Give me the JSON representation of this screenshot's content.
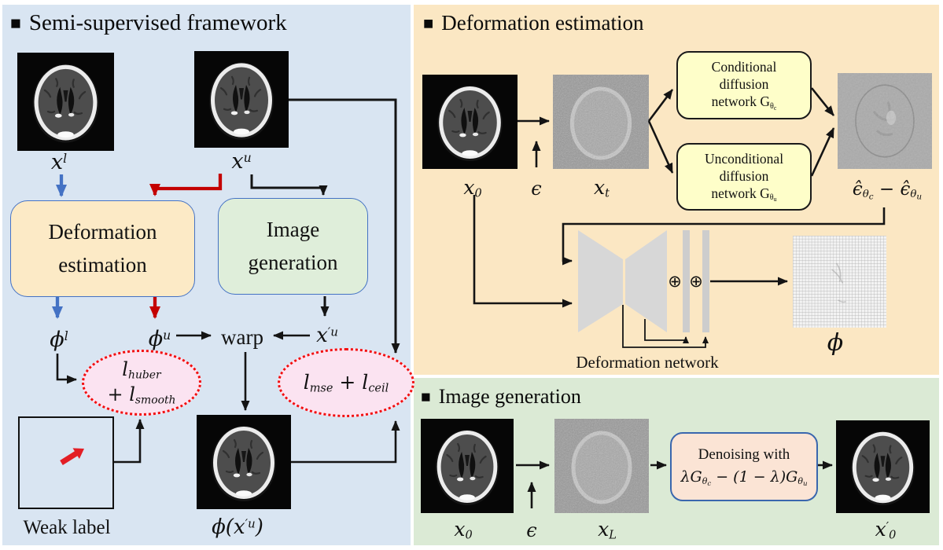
{
  "colors": {
    "semi_panel_bg": "#D9E5F2",
    "deform_panel_bg": "#FBE7C3",
    "imggen_panel_bg": "#DBEAD5",
    "deformation_box_bg": "#FCEAC6",
    "imggen_box_bg": "#DFEEDA",
    "diffusion_box_bg": "#FEFEC9",
    "denoise_box_bg": "#FBE4D5",
    "loss_ellipse_bg": "#FBE3F1",
    "loss_ellipse_border": "#F20D0D",
    "box_border_blue": "#4472C4",
    "arrow_blue": "#4472C4",
    "arrow_red": "#C40000",
    "arrow_black": "#141414"
  },
  "semi_panel": {
    "bullet": "■",
    "title": "Semi-supervised framework",
    "deformation_box": {
      "line1": "Deformation",
      "line2": "estimation"
    },
    "imggen_box": {
      "line1": "Image",
      "line2": "generation"
    },
    "labels": {
      "xl": "x<sup>l</sup>",
      "xu": "x<sup>u</sup>",
      "phil": "ϕ<sup>l</sup>",
      "phiu": "ϕ<sup>u</sup>",
      "warp": "warp",
      "xprime_u": "x<sup>′u</sup>",
      "phi_xprime_u": "ϕ(x<sup>′u</sup>)",
      "weak_label": "Weak label"
    },
    "losses": {
      "huber_line1": "l<sub>huber</sub>",
      "huber_line2": "+ l<sub>smooth</sub>",
      "mse_ceil": "l<sub>mse</sub> + l<sub>ceil</sub>"
    }
  },
  "deform_panel": {
    "bullet": "■",
    "title": "Deformation estimation",
    "labels": {
      "x0": "x<sub>0</sub>",
      "epsilon": "ϵ",
      "xt": "x<sub>t</sub>",
      "eps_hat_diff": "ϵ̂<sub>θ<sub>c</sub></sub> − ϵ̂<sub>θ<sub>u</sub></sub>",
      "phi": "ϕ",
      "oplus": "⊕",
      "network_caption": "Deformation network"
    },
    "cond_box": {
      "line1": "Conditional",
      "line2": "diffusion",
      "line3": "network G<sub>θ<sub>c</sub></sub>"
    },
    "uncond_box": {
      "line1": "Unconditional",
      "line2": "diffusion",
      "line3": "network G<sub>θ<sub>u</sub></sub>"
    }
  },
  "imggen_panel": {
    "bullet": "■",
    "title": "Image generation",
    "labels": {
      "x0": "x<sub>0</sub>",
      "epsilon": "ϵ",
      "xL": "x<sub>L</sub>",
      "x0_prime": "x<sup>′</sup><sub>0</sub>"
    },
    "denoise_box": {
      "line1": "Denoising with",
      "line2": "λG<sub>θ<sub>c</sub></sub> − (1 − λ)G<sub>θ<sub>u</sub></sub>"
    }
  }
}
